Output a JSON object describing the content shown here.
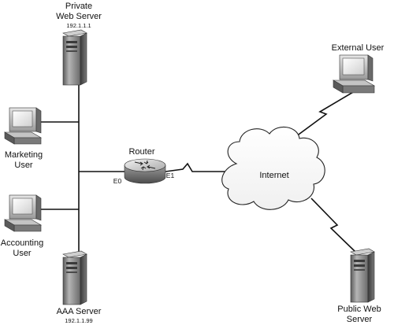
{
  "nodes": {
    "private_web_server": {
      "name_line1": "Private",
      "name_line2": "Web Server",
      "ip": "192.1.1.1"
    },
    "marketing_user": {
      "name_line1": "Marketing",
      "name_line2": "User"
    },
    "accounting_user": {
      "name_line1": "Accounting",
      "name_line2": "User"
    },
    "aaa_server": {
      "name": "AAA Server",
      "ip": "192.1.1.99"
    },
    "router": {
      "name": "Router",
      "if_e0": "E0",
      "if_e1": "E1"
    },
    "internet": {
      "name": "Internet"
    },
    "external_user": {
      "name": "External User"
    },
    "public_web_server": {
      "name_line1": "Public Web",
      "name_line2": "Server"
    }
  },
  "colors": {
    "device_dark": "#3a3a3a",
    "device_mid": "#8a8a8a",
    "device_light": "#d8d8d8",
    "line": "#111111"
  },
  "icons": {
    "server": "tower-server-icon",
    "workstation": "workstation-icon",
    "router": "router-icon",
    "cloud": "internet-cloud-icon"
  }
}
